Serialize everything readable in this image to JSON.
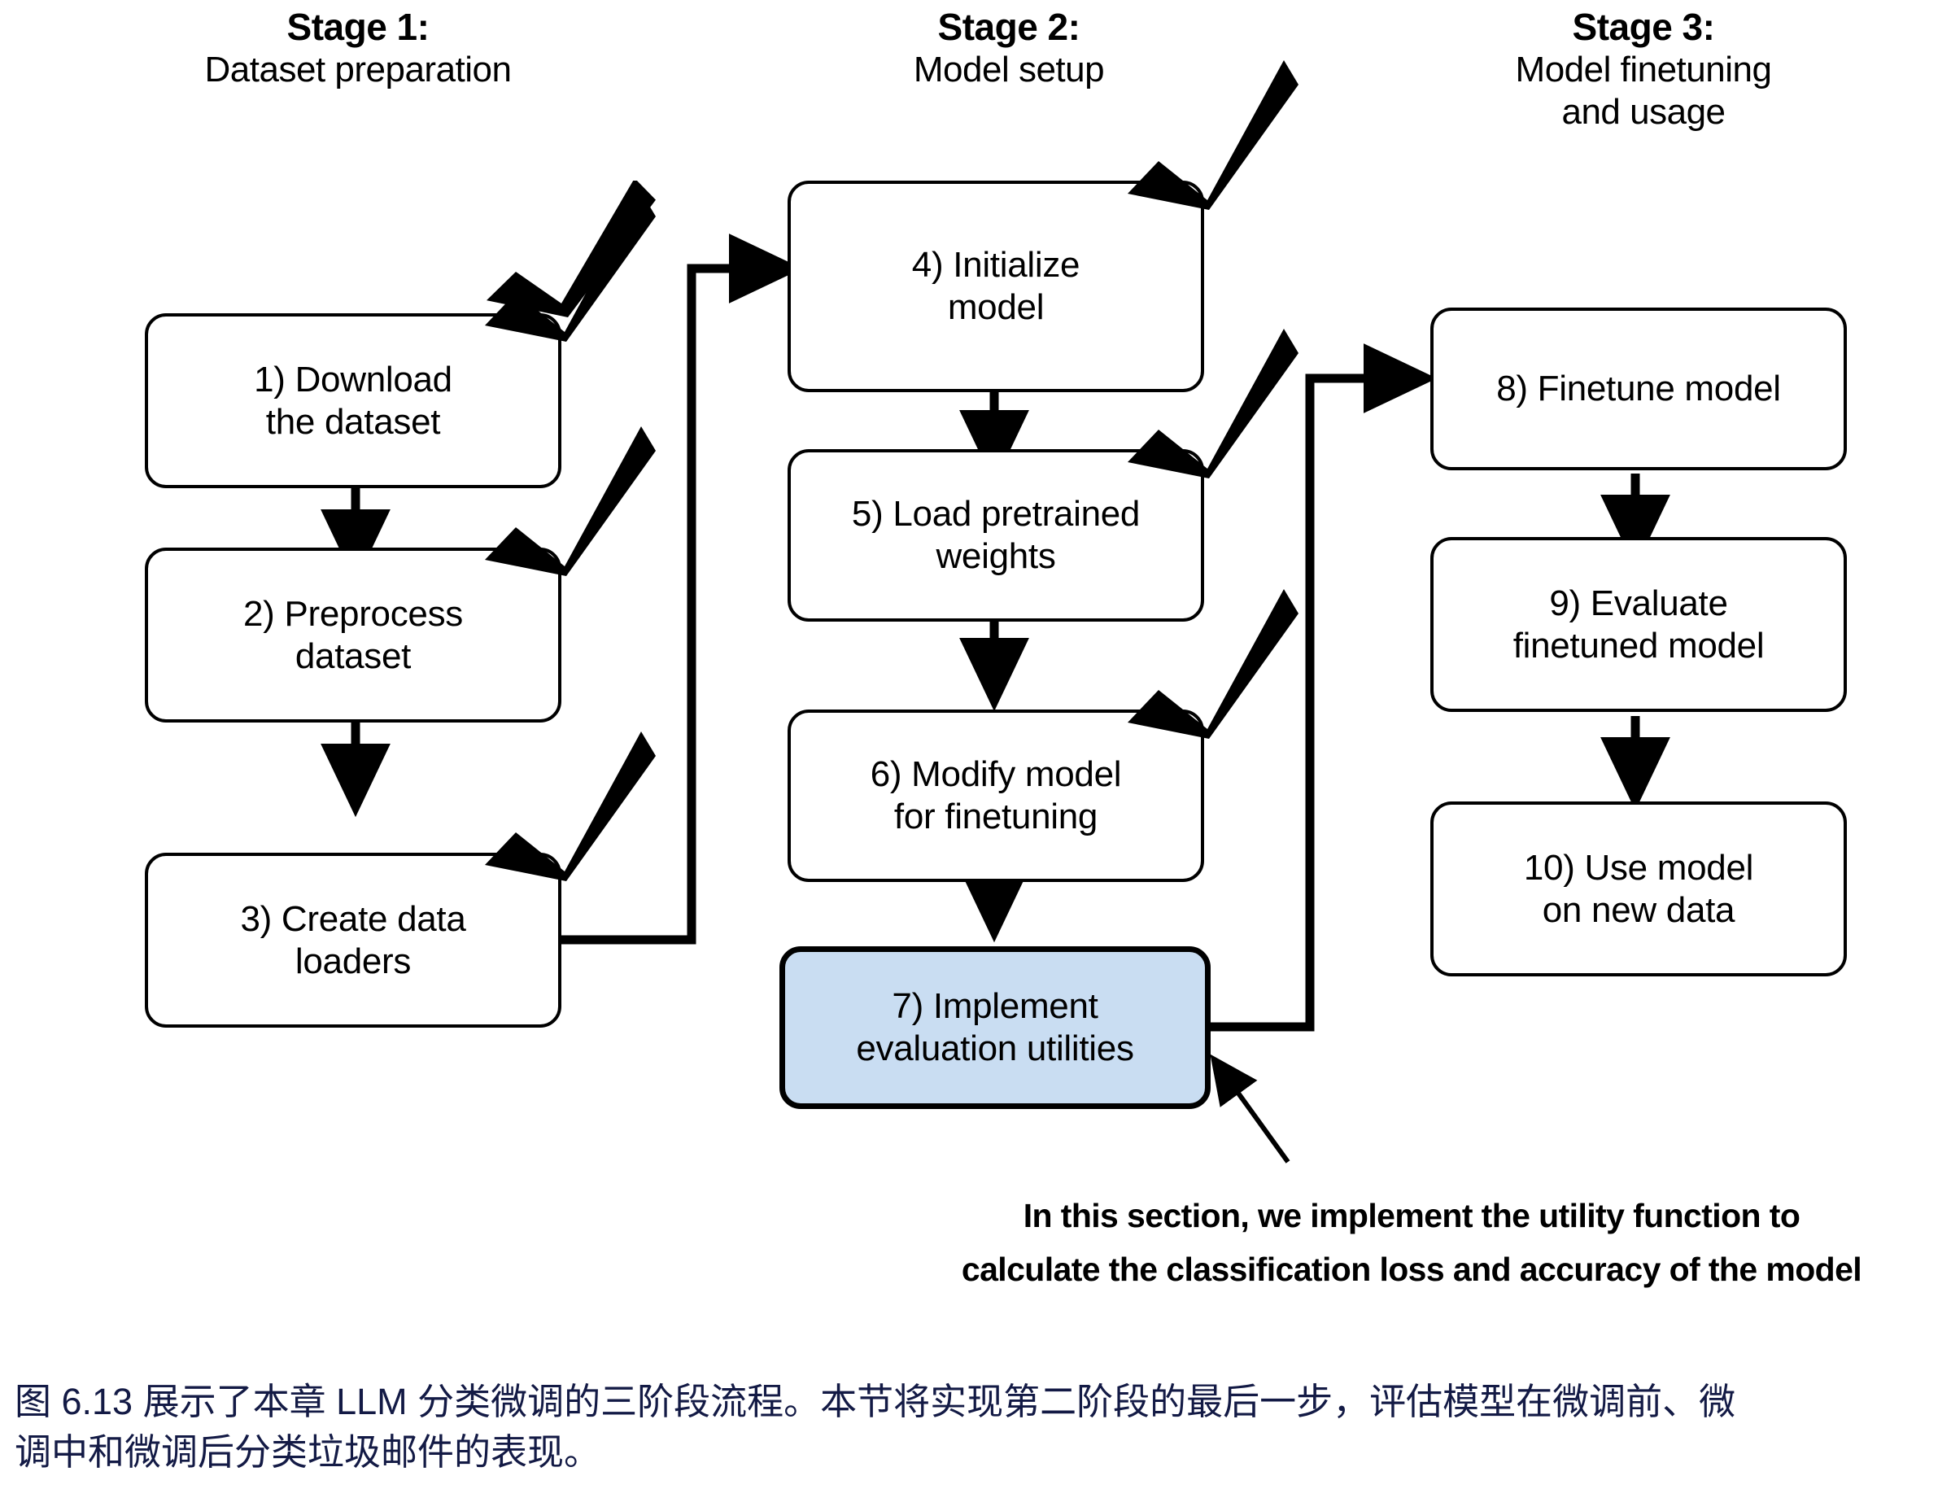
{
  "diagram": {
    "title_note": "Three-stage LLM classification finetuning pipeline",
    "stages": [
      {
        "title": "Stage 1:",
        "subtitle": "Dataset preparation"
      },
      {
        "title": "Stage 2:",
        "subtitle": "Model setup"
      },
      {
        "title": "Stage 3:",
        "subtitle": "Model finetuning\nand usage"
      }
    ],
    "stage3_sub_line1": "Model finetuning",
    "stage3_sub_line2": "and usage",
    "nodes": [
      {
        "id": "n1",
        "line1": "1) Download",
        "line2": "the dataset",
        "checked": true,
        "highlight": false
      },
      {
        "id": "n2",
        "line1": "2) Preprocess",
        "line2": "dataset",
        "checked": true,
        "highlight": false
      },
      {
        "id": "n3",
        "line1": "3) Create data",
        "line2": "loaders",
        "checked": true,
        "highlight": false
      },
      {
        "id": "n4",
        "line1": "4) Initialize",
        "line2": "model",
        "checked": true,
        "highlight": false
      },
      {
        "id": "n5",
        "line1": "5) Load pretrained",
        "line2": "weights",
        "checked": true,
        "highlight": false
      },
      {
        "id": "n6",
        "line1": "6) Modify model",
        "line2": "for finetuning",
        "checked": true,
        "highlight": false
      },
      {
        "id": "n7",
        "line1": "7) Implement",
        "line2": "evaluation utilities",
        "checked": false,
        "highlight": true
      },
      {
        "id": "n8",
        "line1": "8) Finetune model",
        "line2": "",
        "checked": false,
        "highlight": false
      },
      {
        "id": "n9",
        "line1": "9) Evaluate",
        "line2": "finetuned model",
        "checked": false,
        "highlight": false
      },
      {
        "id": "n10",
        "line1": "10) Use model",
        "line2": "on new data",
        "checked": false,
        "highlight": false
      }
    ],
    "annotation_line1": "In this section, we implement the utility function to",
    "annotation_line2": "calculate the classification loss and accuracy of the model",
    "caption_line1": "图 6.13 展示了本章 LLM 分类微调的三阶段流程。本节将实现第二阶段的最后一步，评估模型在微调前、微",
    "caption_line2": "调中和微调后分类垃圾邮件的表现。",
    "colors": {
      "highlight_fill": "#c9ddf2",
      "stroke": "#000000",
      "caption_text": "#131a45",
      "background": "#ffffff"
    }
  }
}
